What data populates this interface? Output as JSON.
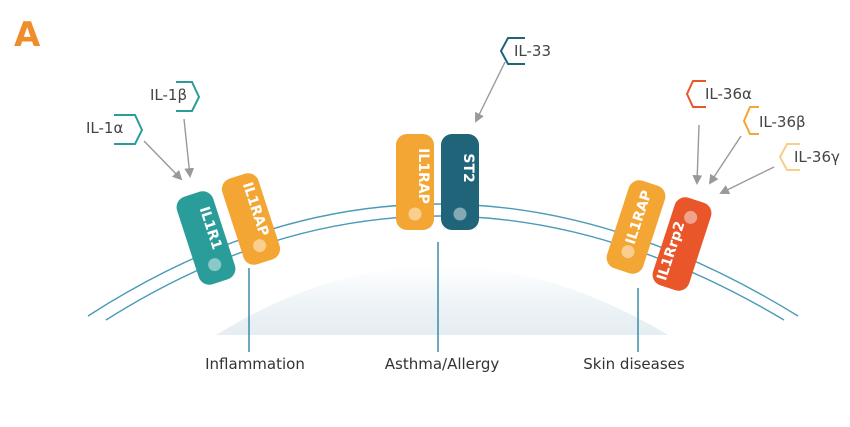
{
  "panel_label": "A",
  "colors": {
    "accent": "#f08c2a",
    "teal": "#2a9d9a",
    "teal_dark": "#1f6478",
    "orange": "#f4a634",
    "red_orange": "#e8562a",
    "membrane": "#4a9ab8",
    "arrow": "#999999",
    "stem": "#3a8ca6"
  },
  "ligands": {
    "il1a": "IL-1α",
    "il1b": "IL-1β",
    "il33": "IL-33",
    "il36a": "IL-36α",
    "il36b": "IL-36β",
    "il36g": "IL-36γ"
  },
  "receptors": {
    "il1r1": "IL1R1",
    "il1rap_left": "IL1RAP",
    "il1rap_center": "IL1RAP",
    "st2": "ST2",
    "il1rap_right": "IL1RAP",
    "il1rrp2": "IL1Rrp2"
  },
  "diseases": {
    "left": "Inflammation",
    "center": "Asthma/Allergy",
    "right": "Skin diseases"
  }
}
